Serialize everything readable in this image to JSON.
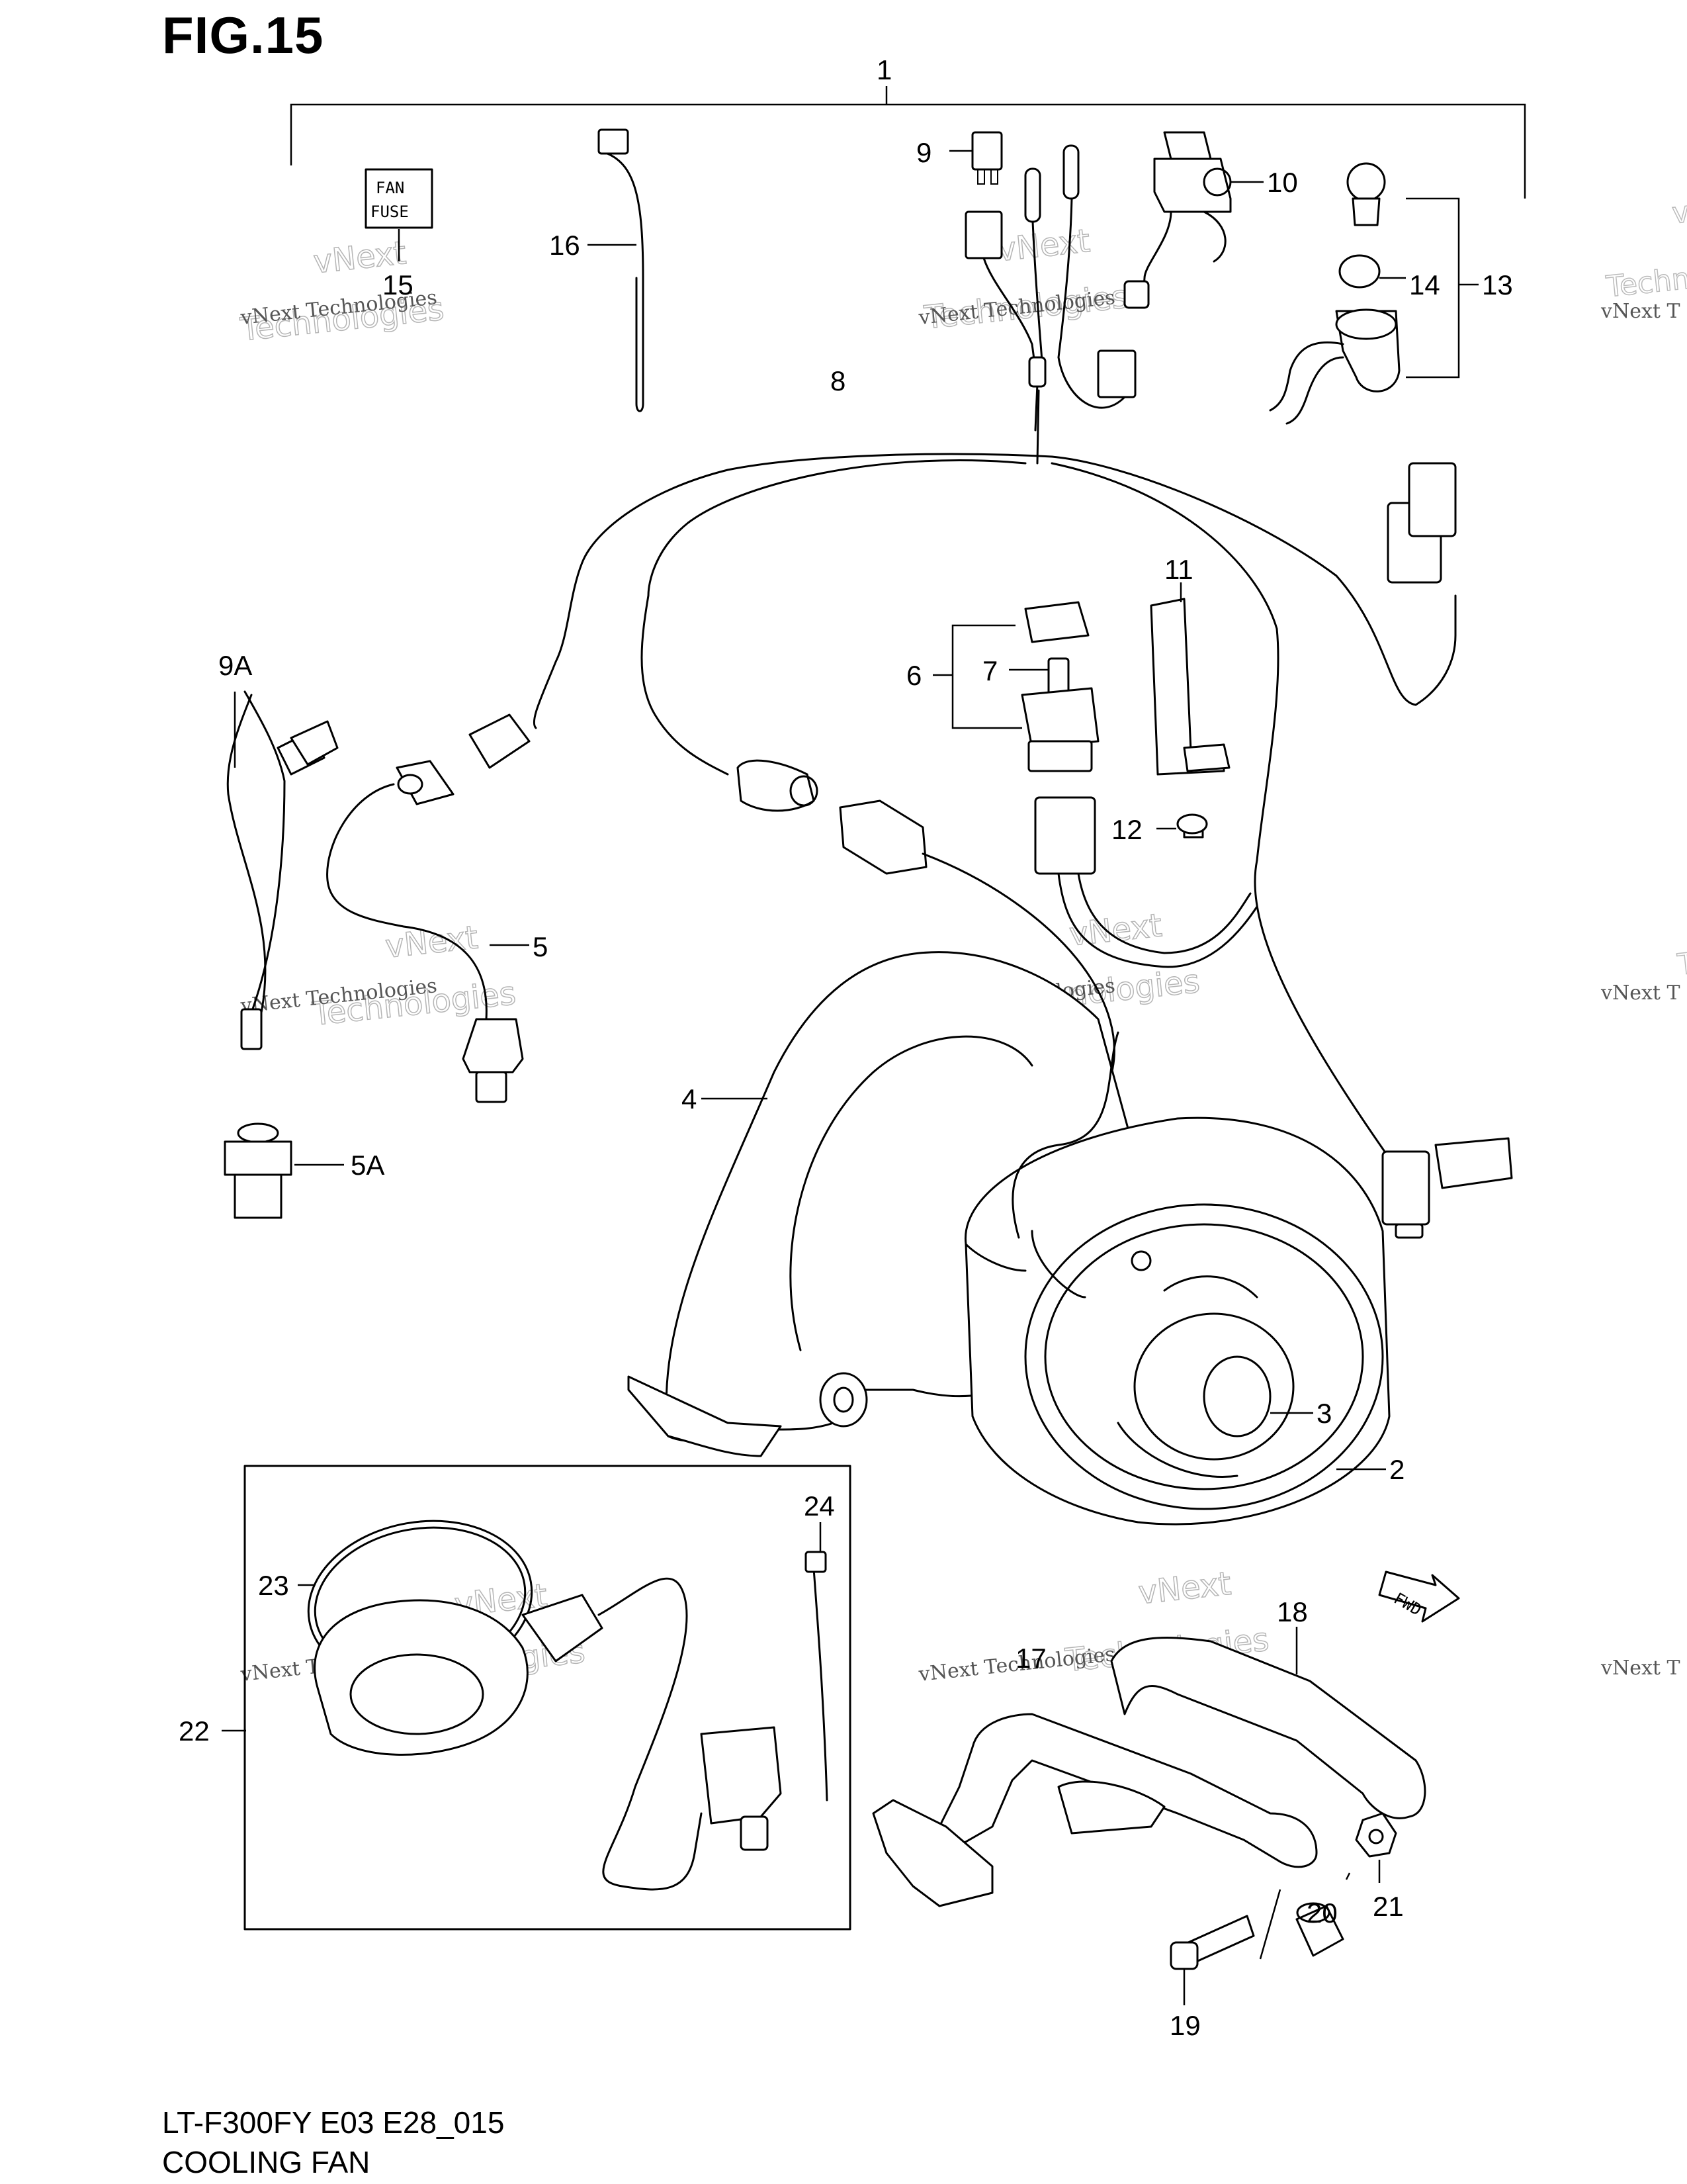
{
  "figure": {
    "title": "FIG.15",
    "model_code": "LT-F300FY E03 E28_015",
    "section_name": "COOLING FAN"
  },
  "fuse_label": {
    "line1": "FAN",
    "line2": "FUSE"
  },
  "fwd_label": "FWD",
  "watermark": {
    "company": "vNext Technologies",
    "word_top": "vNext",
    "word_bottom": "Technologies",
    "partial_right_top": "vNext",
    "partial_right_line": "vNext T",
    "partial_right_bottom": "Techn"
  },
  "callouts": [
    {
      "id": "c1",
      "text": "1"
    },
    {
      "id": "c2",
      "text": "2"
    },
    {
      "id": "c3",
      "text": "3"
    },
    {
      "id": "c4",
      "text": "4"
    },
    {
      "id": "c5",
      "text": "5"
    },
    {
      "id": "c5a",
      "text": "5A"
    },
    {
      "id": "c6",
      "text": "6"
    },
    {
      "id": "c7",
      "text": "7"
    },
    {
      "id": "c8",
      "text": "8"
    },
    {
      "id": "c9",
      "text": "9"
    },
    {
      "id": "c9a",
      "text": "9A"
    },
    {
      "id": "c10",
      "text": "10"
    },
    {
      "id": "c11",
      "text": "11"
    },
    {
      "id": "c12",
      "text": "12"
    },
    {
      "id": "c13",
      "text": "13"
    },
    {
      "id": "c14",
      "text": "14"
    },
    {
      "id": "c15",
      "text": "15"
    },
    {
      "id": "c16",
      "text": "16"
    },
    {
      "id": "c17",
      "text": "17"
    },
    {
      "id": "c18",
      "text": "18"
    },
    {
      "id": "c19",
      "text": "19"
    },
    {
      "id": "c20",
      "text": "20"
    },
    {
      "id": "c21",
      "text": "21"
    },
    {
      "id": "c22",
      "text": "22"
    },
    {
      "id": "c23",
      "text": "23"
    },
    {
      "id": "c24",
      "text": "24"
    }
  ]
}
